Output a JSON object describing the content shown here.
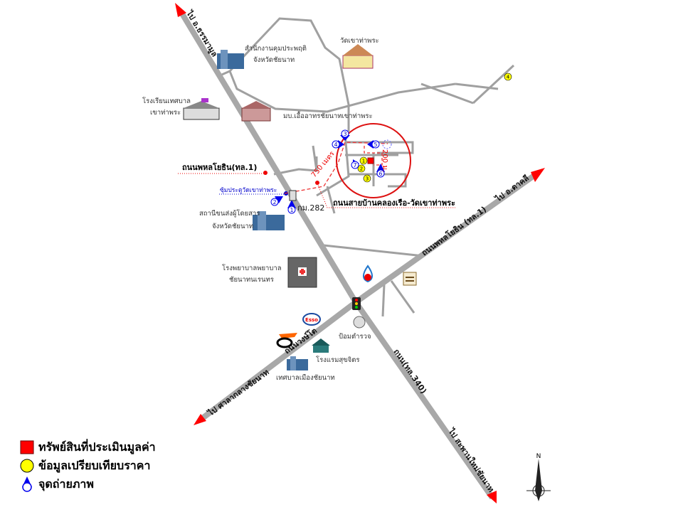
{
  "colors": {
    "road": "#a8a8a8",
    "local_road": "#a0a0a0",
    "arrow": "#ff0000",
    "circle": "#dd1111",
    "marker": "#0000ee",
    "comparable": "#ffff00",
    "property": "#ff0000"
  },
  "roads": {
    "to_thammamun": "ไป อ.ธรรมามูล",
    "phahonyothin_left": "ถนนพหลโยธิน(ทล.1)",
    "phahonyothin_ne": "ถนนพหลโยธิน (ทล.1)",
    "to_takhli": "ไป อ.ตาคลี",
    "khlong_ruea": "ถนนสายบ้านคลองเรือ-วัดเขาท่าพระ",
    "wongto": "ถนนวงษ์โต",
    "to_city_hall": "ไป ศาลากลางชัยนาท",
    "route_340": "ถนน(ทล.340)",
    "to_new_bridge": "ไป สะพานใหม่ชัยนาท",
    "km": "กม.282",
    "gate": "ซุ้มประตูวัดเขาท่าพระ"
  },
  "distances": {
    "d750": "750 เมตร",
    "d200": "200 ม."
  },
  "places": {
    "probation_1": "สำนักงานคุมประพฤติ",
    "probation_2": "จังหวัดชัยนาท",
    "temple": "วัดเขาท่าพระ",
    "school_1": "โรงเรียนเทศบาล",
    "school_2": "เขาท่าพระ",
    "village": "มบ.เอื้ออาทรชัยนาทเขาท่าพระ",
    "bus_1": "สถานีขนส่งผู้โดยสาร",
    "bus_2": "จังหวัดชัยนาท",
    "hospital_1": "โรงพยาบาลพยาบาล",
    "hospital_2": "ชัยนาทนเรนทร",
    "police": "ป้อมตำรวจ",
    "hotel": "โรงแรมสุขจิตร",
    "municipality": "เทศบาลเมืองชัยนาท",
    "esso": "Esso"
  },
  "photo_points": [
    "1",
    "2",
    "3",
    "4",
    "5",
    "6",
    "7"
  ],
  "comparables": [
    "1",
    "2",
    "3",
    "4"
  ],
  "legend": {
    "property": "ทรัพย์สินที่ประเมินมูลค่า",
    "comparable": "ข้อมูลเปรียบเทียบราคา",
    "photo": "จุดถ่ายภาพ"
  },
  "compass": "N"
}
